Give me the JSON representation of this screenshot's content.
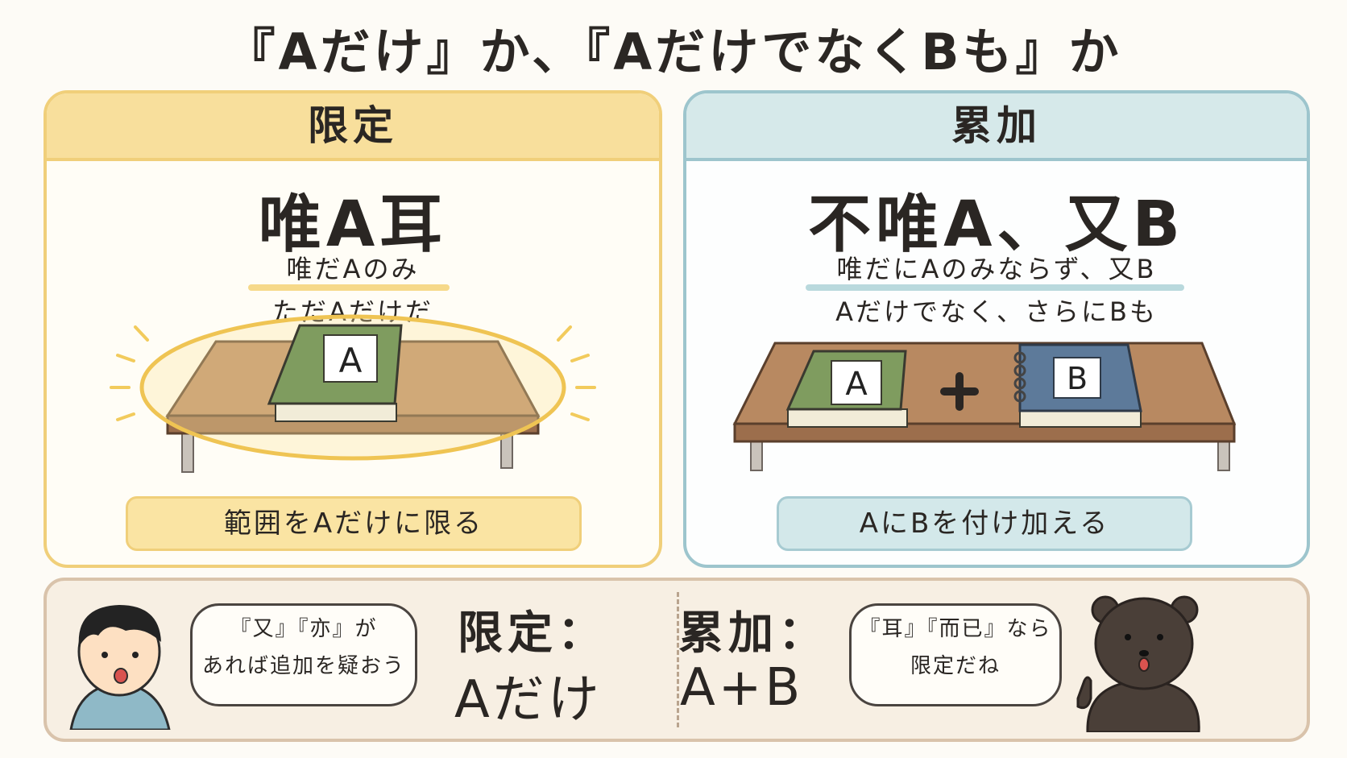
{
  "title": "『Aだけ』か、『AだけでなくBも』か",
  "left": {
    "header": "限定",
    "phrase": "唯A耳",
    "reading": "唯だAのみ",
    "meaning": "ただAだけだ",
    "book_label": "A",
    "caption": "範囲をAだけに限る",
    "accent": "#f0cf7a"
  },
  "right": {
    "header": "累加",
    "phrase": "不唯A、又B",
    "reading": "唯だにAのみならず、又B",
    "meaning": "Aだけでなく、さらにBも",
    "book_a_label": "A",
    "book_b_label": "B",
    "caption": "AにBを付け加える",
    "accent": "#9dc5cd"
  },
  "summary": {
    "limit_label": "限定：",
    "limit_value": "Aだけ",
    "add_label": "累加：",
    "add_value": "A+B",
    "boy_bubble_line1": "『又』『亦』が",
    "boy_bubble_line2": "あれば追加を疑おう",
    "bear_bubble_line1": "『耳』『而已』なら",
    "bear_bubble_line2": "限定だね"
  }
}
